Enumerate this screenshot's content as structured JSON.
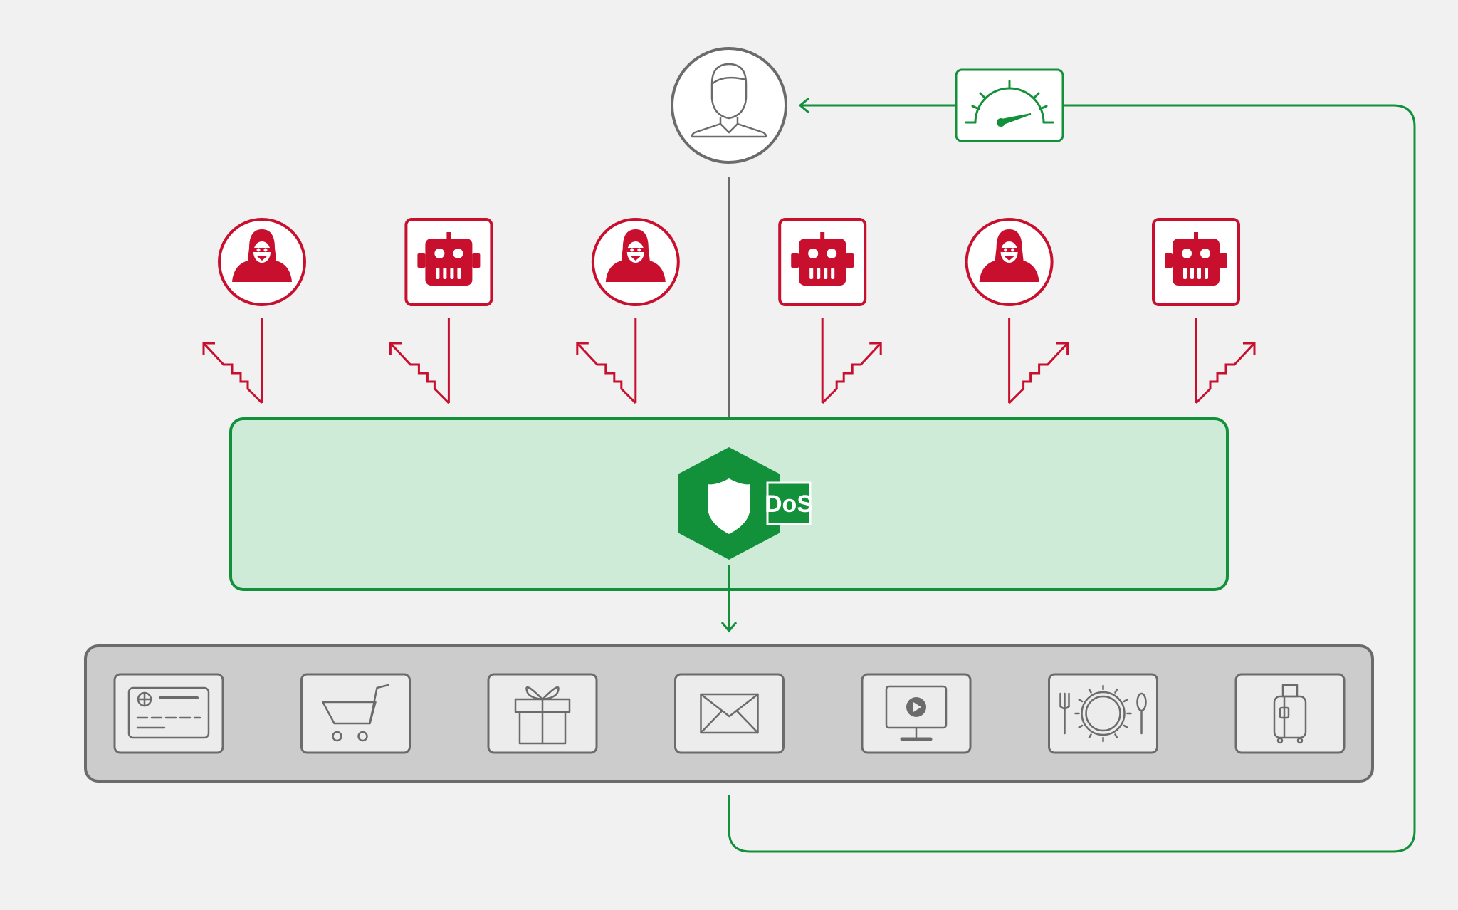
{
  "colors": {
    "background": "#f1f1f1",
    "threat_red": "#c8102e",
    "protection_green": "#12903a",
    "protection_fill": "#cdebd6",
    "neutral_gray": "#6b6b6b",
    "services_fill": "#cccccc",
    "tile_fill": "#ececec"
  },
  "diagram": {
    "user": {
      "icon": "user-icon"
    },
    "performance_monitor": {
      "icon": "speedometer-icon"
    },
    "attackers": [
      {
        "kind": "hacker",
        "icon": "hacker-icon",
        "arrow_direction": "up-left"
      },
      {
        "kind": "bot",
        "icon": "robot-icon",
        "arrow_direction": "up-left"
      },
      {
        "kind": "hacker",
        "icon": "hacker-icon",
        "arrow_direction": "up-left"
      },
      {
        "kind": "bot",
        "icon": "robot-icon",
        "arrow_direction": "up-right"
      },
      {
        "kind": "hacker",
        "icon": "hacker-icon",
        "arrow_direction": "up-right"
      },
      {
        "kind": "bot",
        "icon": "robot-icon",
        "arrow_direction": "up-right"
      }
    ],
    "protection": {
      "icon": "shield-icon",
      "badge_label": "DoS"
    },
    "services": [
      {
        "icon": "credit-card-icon"
      },
      {
        "icon": "shopping-cart-icon"
      },
      {
        "icon": "gift-icon"
      },
      {
        "icon": "envelope-icon"
      },
      {
        "icon": "video-monitor-icon"
      },
      {
        "icon": "dining-plate-icon"
      },
      {
        "icon": "luggage-icon"
      }
    ]
  }
}
